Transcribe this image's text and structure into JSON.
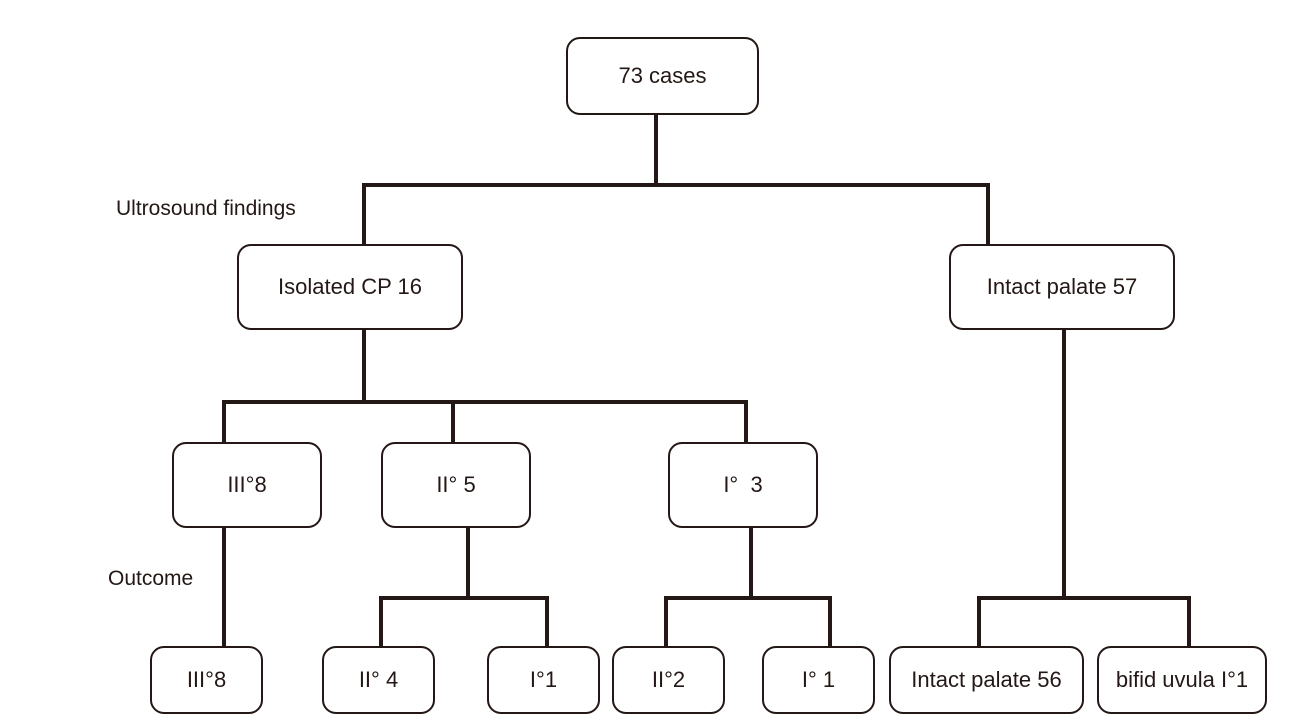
{
  "root": "73 cases",
  "stage_labels": {
    "ultrasound": "Ultrosound findings",
    "outcome": "Outcome"
  },
  "level1": {
    "isolated_cp": "Isolated CP 16",
    "intact_palate": "Intact palate 57"
  },
  "level2": {
    "grade3": "III°8",
    "grade2": "II° 5",
    "grade1": "I°  3"
  },
  "level3": {
    "grade3_outcome": "III°8",
    "grade2_outcome_ii": "II° 4",
    "grade2_outcome_i": "I°1",
    "grade1_outcome_ii": "II°2",
    "grade1_outcome_i": "I° 1",
    "intact_outcome_intact": "Intact palate 56",
    "intact_outcome_bifid": "bifid uvula I°1"
  }
}
